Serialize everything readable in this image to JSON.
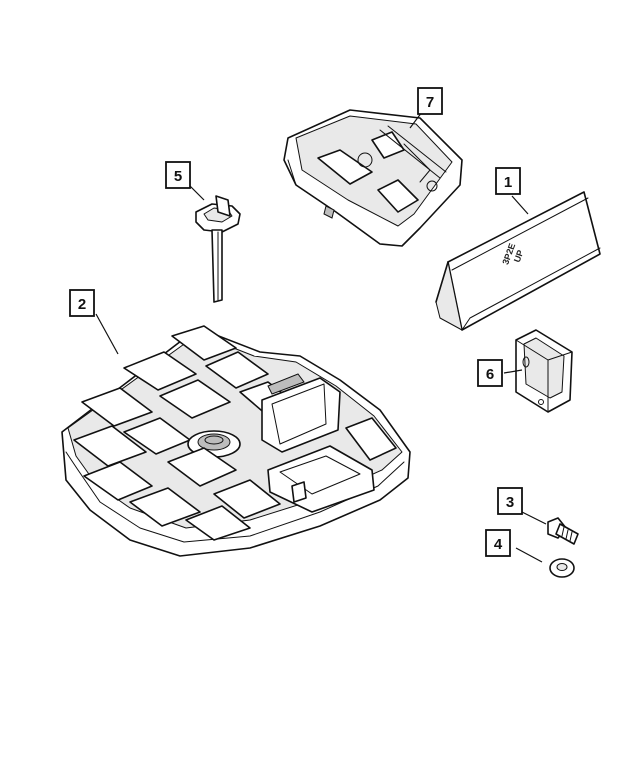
{
  "callouts": [
    {
      "id": "1",
      "label": "1"
    },
    {
      "id": "2",
      "label": "2"
    },
    {
      "id": "3",
      "label": "3"
    },
    {
      "id": "4",
      "label": "4"
    },
    {
      "id": "5",
      "label": "5"
    },
    {
      "id": "6",
      "label": "6"
    },
    {
      "id": "7",
      "label": "7"
    }
  ],
  "parts": [
    {
      "callout": "1",
      "name": "warning-triangle-sign"
    },
    {
      "callout": "2",
      "name": "spare-tire-cover-tray"
    },
    {
      "callout": "3",
      "name": "bolt"
    },
    {
      "callout": "4",
      "name": "washer"
    },
    {
      "callout": "5",
      "name": "hold-down-wing-bolt"
    },
    {
      "callout": "6",
      "name": "bracket"
    },
    {
      "callout": "7",
      "name": "jack-storage-tray"
    }
  ],
  "colors": {
    "line": "#111111",
    "background": "#ffffff"
  }
}
